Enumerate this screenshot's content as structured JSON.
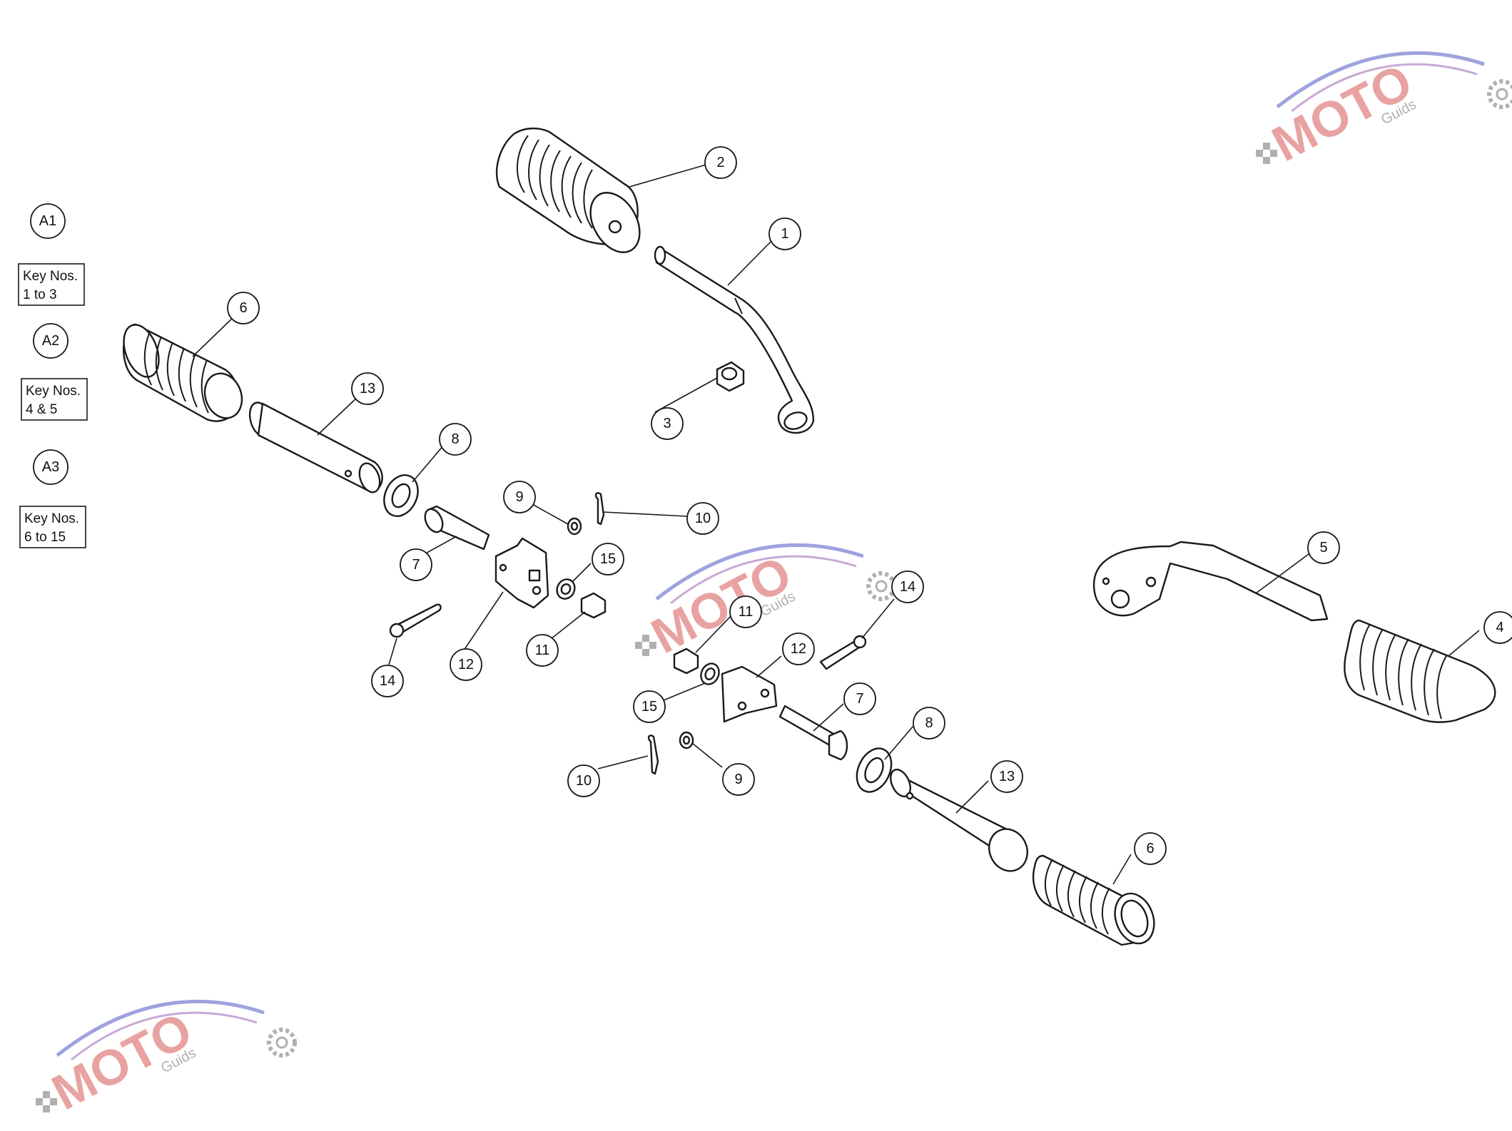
{
  "sections": [
    {
      "id": "A1",
      "key_line1": "Key Nos.",
      "key_line2": "1 to 3"
    },
    {
      "id": "A2",
      "key_line1": "Key Nos.",
      "key_line2": "4 & 5"
    },
    {
      "id": "A3",
      "key_line1": "Key Nos.",
      "key_line2": "6 to 15"
    }
  ],
  "callouts": [
    "1",
    "2",
    "3",
    "4",
    "5",
    "6",
    "7",
    "8",
    "9",
    "10",
    "11",
    "12",
    "13",
    "14",
    "15"
  ],
  "watermark": {
    "text": "MOTO",
    "subtext": "Guids",
    "colors": {
      "red": "#e8a2a2",
      "blue": "#9ea3de",
      "grey": "#b0b0b0"
    }
  }
}
